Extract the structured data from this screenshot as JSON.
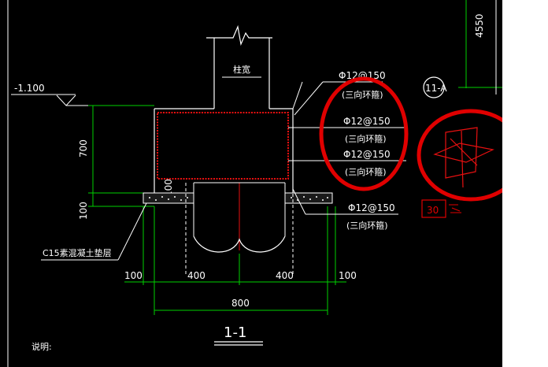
{
  "drawing": {
    "elevation_label": "-1.100",
    "column_width_label": "柱宽",
    "axis_bubble_label": "11-A",
    "top_dimension": "4550",
    "rebar_callouts": [
      {
        "spec": "Φ12@150",
        "note": "(三向环箍)"
      },
      {
        "spec": "Φ12@150",
        "note": "(三向环箍)"
      },
      {
        "spec": "Φ12@150",
        "note": "(三向环箍)"
      },
      {
        "spec": "Φ12@150",
        "note": "(三向环箍)"
      }
    ],
    "dims": {
      "height_700": "700",
      "height_100_left": "100",
      "height_100_inner": "100",
      "left_100": "100",
      "left_400": "400",
      "right_400": "400",
      "right_100": "100",
      "total_800": "800"
    },
    "cushion_label": "C15素混凝土垫层",
    "section_label": "1-1",
    "notes_label": "说明:",
    "red_tag": "30"
  },
  "colors": {
    "background": "#000000",
    "lines_white": "#ffffff",
    "lines_green": "#00d000",
    "rebar_red": "#e81010",
    "annotation_red": "#e00000"
  }
}
